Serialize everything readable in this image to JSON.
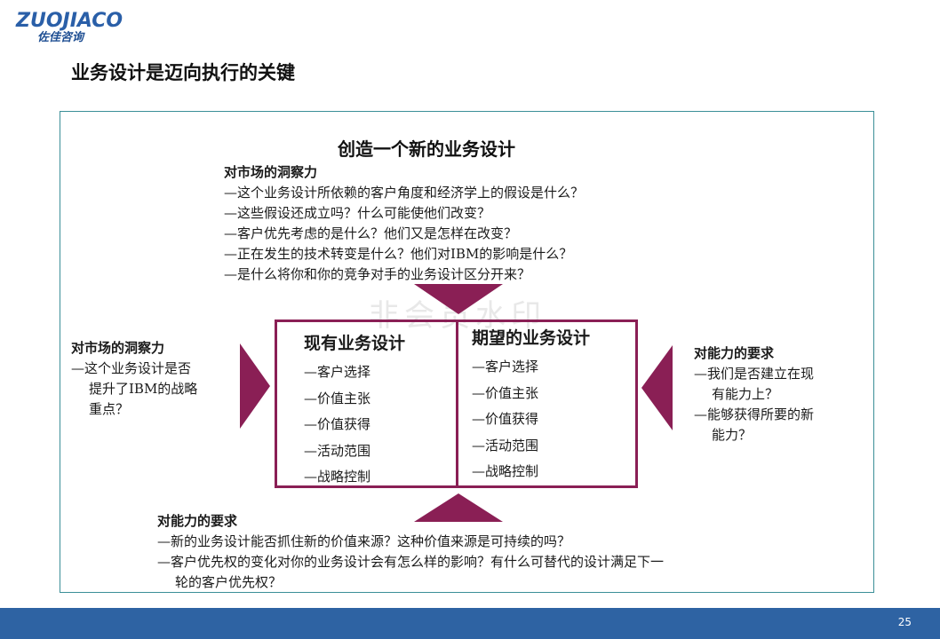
{
  "logo": {
    "main": "ZUOJIACO",
    "sub": "佐佳咨询"
  },
  "title": "业务设计是迈向执行的关键",
  "center_title": "创造一个新的业务设计",
  "top_block": {
    "heading": "对市场的洞察力",
    "lines": [
      "—这个业务设计所依赖的客户角度和经济学上的假设是什么？",
      "—这些假设还成立吗？什么可能使他们改变？",
      "—客户优先考虑的是什么？他们又是怎样在改变？",
      "—正在发生的技术转变是什么？他们对IBM的影响是什么？",
      "—是什么将你和你的竞争对手的业务设计区分开来？"
    ]
  },
  "left_block": {
    "heading": "对市场的洞察力",
    "lines": [
      "—这个业务设计是否",
      "提升了IBM的战略",
      "重点？"
    ]
  },
  "right_block": {
    "heading": "对能力的要求",
    "lines": [
      "—我们是否建立在现",
      "有能力上？",
      "—能够获得所要的新",
      "能力？"
    ]
  },
  "bottom_block": {
    "heading": "对能力的要求",
    "lines": [
      "—新的业务设计能否抓住新的价值来源？这种价值来源是可持续的吗？",
      "—客户优先权的变化对你的业务设计会有怎么样的影响？有什么可替代的设计满足下一",
      "轮的客户优先权？"
    ]
  },
  "watermark": "非会员水印",
  "current_design": {
    "title": "现有业务设计",
    "items": [
      "—客户选择",
      "—价值主张",
      "—价值获得",
      "—活动范围",
      "—战略控制"
    ]
  },
  "desired_design": {
    "title": "期望的业务设计",
    "items": [
      "—客户选择",
      "—价值主张",
      "—价值获得",
      "—活动范围",
      "—战略控制"
    ]
  },
  "colors": {
    "accent": "#8a1f55",
    "frame": "#3b8f98",
    "footer": "#2e63a3",
    "logo": "#2a5fa8"
  },
  "page_number": "25"
}
